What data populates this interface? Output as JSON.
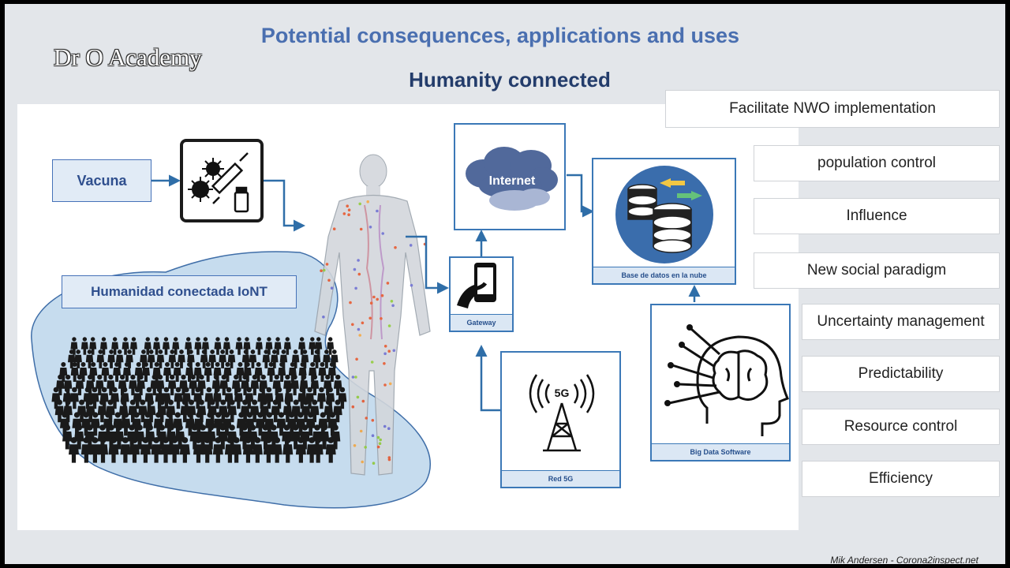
{
  "slide": {
    "title": "Potential consequences, applications and uses",
    "subtitle": "Humanity connected",
    "logo": "Dr O Academy",
    "credit": "Mik Andersen - Corona2inspect.net"
  },
  "diagram": {
    "vacuna_label": "Vacuna",
    "humanidad_label": "Humanidad conectada IoNT",
    "internet_label": "Internet",
    "gateway_label": "Gateway",
    "database_label": "Base de datos en la nube",
    "red5g_label": "Red 5G",
    "fiveg_icon_text": "5G",
    "bigdata_label": "Big Data Software"
  },
  "uses": [
    "Facilitate NWO implementation",
    "population control",
    "Influence",
    "New social paradigm",
    "Uncertainty management",
    "Predictability",
    "Resource control",
    "Efficiency"
  ],
  "colors": {
    "title": "#4a6fb0",
    "subtitle": "#233c6b",
    "accent_blue": "#3b78b7",
    "label_fill": "#e1ebf6",
    "crowd_blob": "#c6dcee"
  }
}
